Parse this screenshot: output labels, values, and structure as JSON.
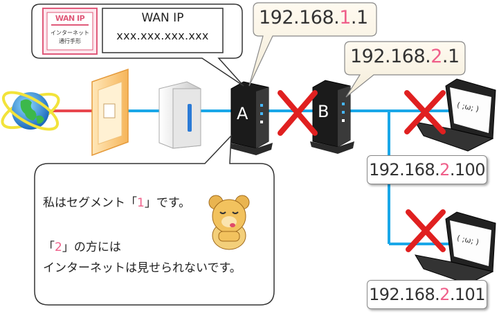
{
  "wan_card": {
    "badge_title": "WAN IP",
    "badge_line1": "インターネット",
    "badge_line2": "通行手形",
    "ip_title": "WAN IP",
    "ip_value": "xxx.xxx.xxx.xxx"
  },
  "router_a": {
    "label": "A",
    "ip_prefix": "192.168.",
    "ip_segment": "1",
    "ip_suffix": ".1"
  },
  "router_b": {
    "label": "B",
    "ip_prefix": "192.168.",
    "ip_segment": "2",
    "ip_suffix": ".1"
  },
  "pc1": {
    "ip_prefix": "192.168.",
    "ip_segment": "2",
    "ip_suffix": ".100",
    "face": "( ;ω; )"
  },
  "pc2": {
    "ip_prefix": "192.168.",
    "ip_segment": "2",
    "ip_suffix": ".101",
    "face": "( ;ω; )"
  },
  "speech": {
    "line1_a": "私はセグメント「",
    "line1_seg": "1",
    "line1_b": "」です。",
    "line2_a": "「",
    "line2_seg": "2",
    "line2_b": "」の方には",
    "line3": "インターネットは見せられないです。"
  },
  "colors": {
    "wan_line": "#e8474e",
    "lan_line": "#1aa7e8",
    "cross": "#e02020",
    "highlight": "#ef5f8a"
  }
}
